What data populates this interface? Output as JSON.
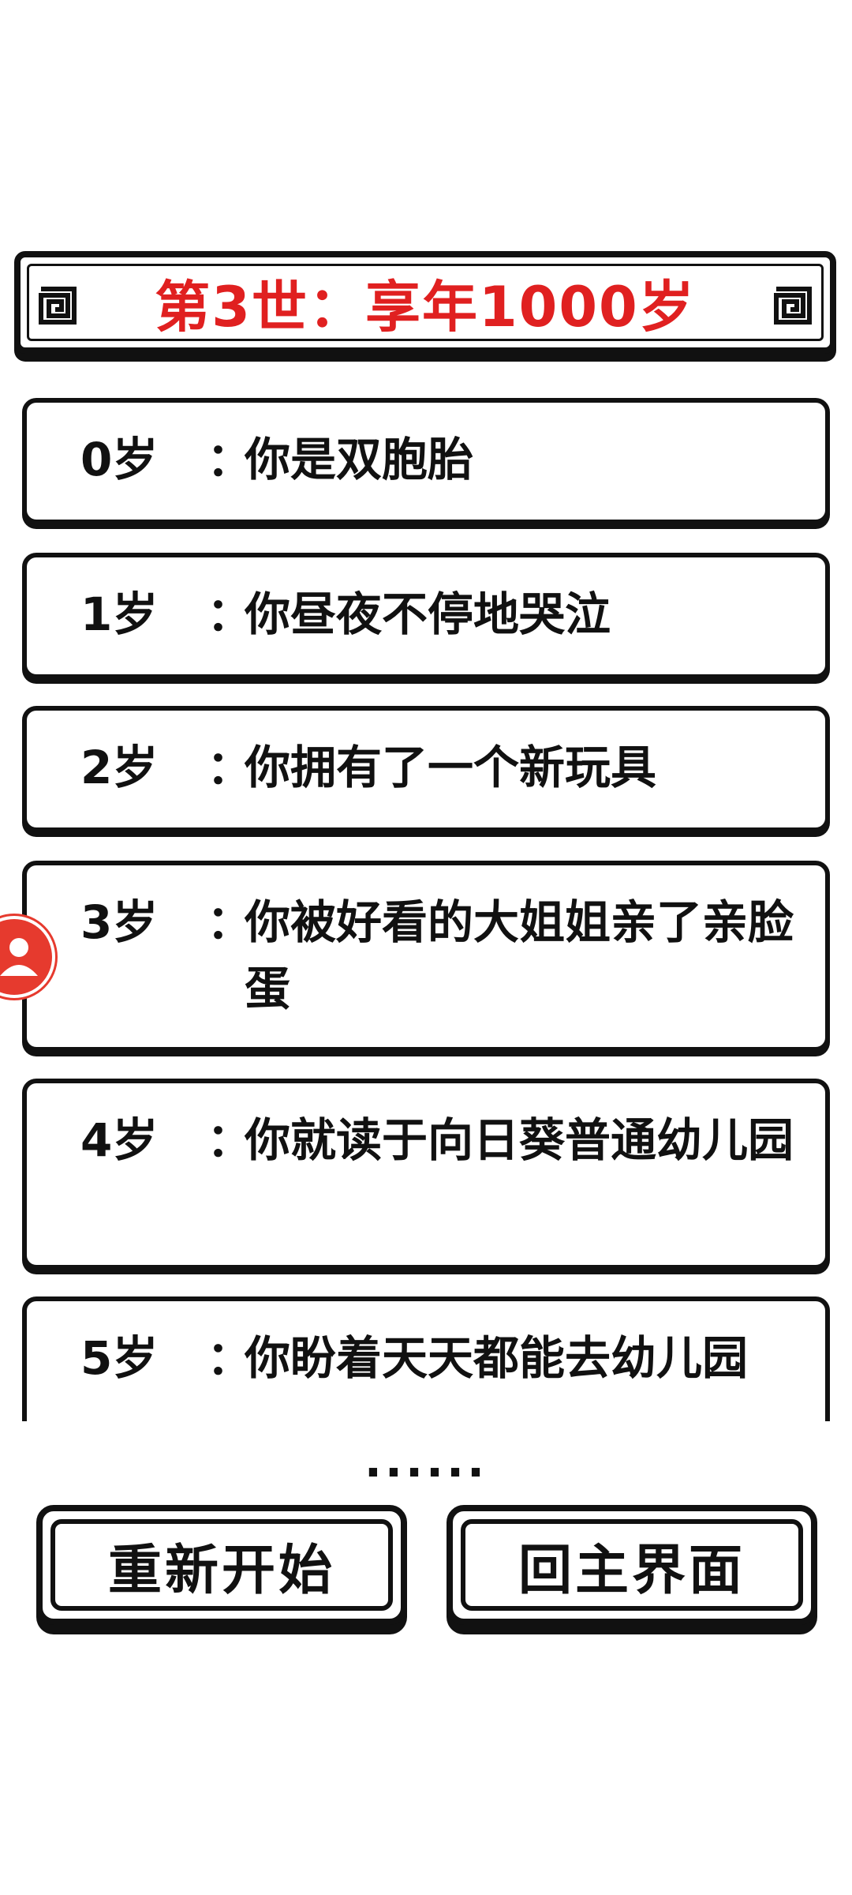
{
  "title": "第3世：享年1000岁",
  "events": [
    {
      "age": "0岁",
      "colon": "：",
      "text": "你是双胞胎"
    },
    {
      "age": "1岁",
      "colon": "：",
      "text": "你昼夜不停地哭泣"
    },
    {
      "age": "2岁",
      "colon": "：",
      "text": "你拥有了一个新玩具"
    },
    {
      "age": "3岁",
      "colon": "：",
      "text": "你被好看的大姐姐亲了亲脸蛋"
    },
    {
      "age": "4岁",
      "colon": "：",
      "text": "你就读于向日葵普通幼儿园"
    },
    {
      "age": "5岁",
      "colon": "：",
      "text": "你盼着天天都能去幼儿园"
    }
  ],
  "more_indicator": "......",
  "buttons": {
    "restart": "重新开始",
    "home": "回主界面"
  },
  "colors": {
    "title": "#e02020",
    "border": "#111111",
    "badge": "#e63a2e"
  }
}
